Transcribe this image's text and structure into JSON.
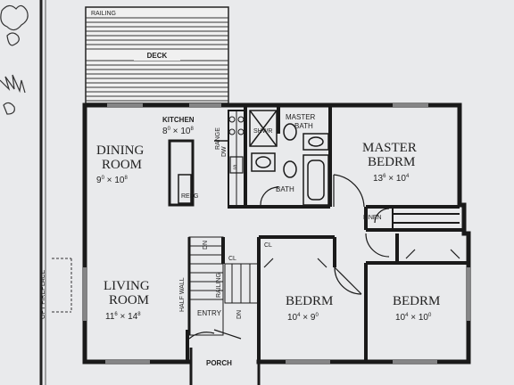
{
  "plan": {
    "deck": {
      "railing": "RAILING",
      "label": "DECK"
    },
    "kitchen": {
      "name": "KITCHEN",
      "dim_a": "8",
      "sup_a": "0",
      "dim_b": "10",
      "sup_b": "8",
      "range": "RANGE",
      "dw": "DW",
      "refg": "REFG"
    },
    "dining": {
      "name1": "DINING",
      "name2": "ROOM",
      "dim_a": "9",
      "sup_a": "0",
      "dim_b": "10",
      "sup_b": "8"
    },
    "master_bath": {
      "name1": "MASTER",
      "name2": "BATH",
      "shwr": "SHWR"
    },
    "bath": {
      "name": "BATH"
    },
    "master_bedroom": {
      "name1": "MASTER",
      "name2": "BEDRM",
      "dim_a": "13",
      "sup_a": "6",
      "dim_b": "10",
      "sup_b": "4"
    },
    "linen": "LINEN",
    "living": {
      "name1": "LIVING",
      "name2": "ROOM",
      "dim_a": "11",
      "sup_a": "6",
      "dim_b": "14",
      "sup_b": "8"
    },
    "fireplace": "OPT FIREPLACE",
    "half_wall": "HALF WALL",
    "railing2": "RAILING",
    "dn1": "DN",
    "cl1": "CL",
    "cl2": "CL",
    "entry": "ENTRY",
    "dn2": "DN",
    "porch": "PORCH",
    "bedroom1": {
      "name": "BEDRM",
      "dim_a": "10",
      "sup_a": "4",
      "dim_b": "9",
      "sup_b": "0"
    },
    "bedroom2": {
      "name": "BEDRM",
      "dim_a": "10",
      "sup_a": "4",
      "dim_b": "10",
      "sup_b": "0"
    },
    "s_mark": "S"
  }
}
